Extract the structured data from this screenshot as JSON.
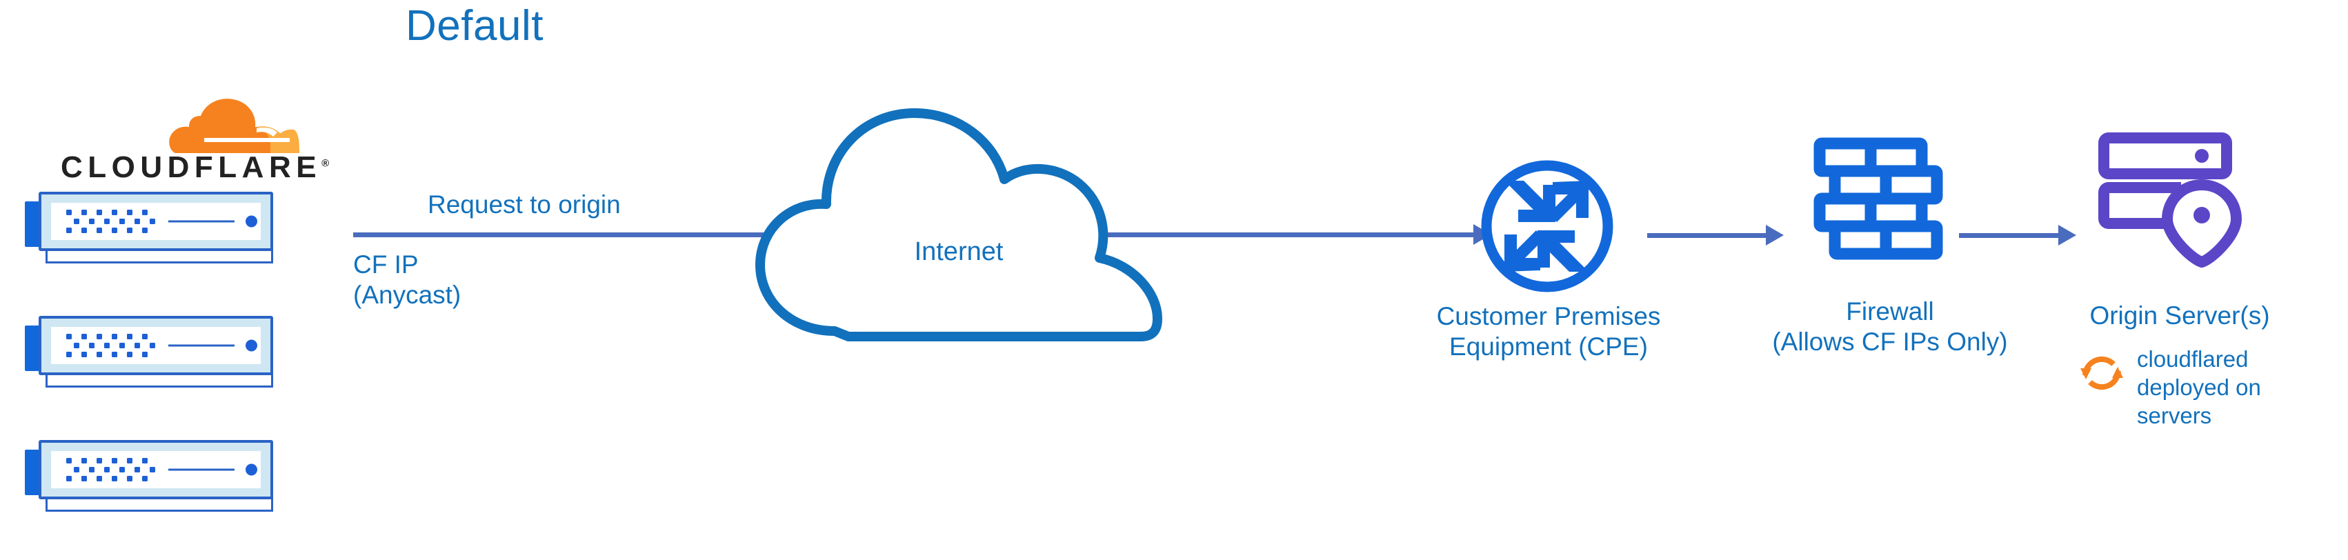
{
  "diagram": {
    "title": "Default",
    "type": "network-architecture-flow"
  },
  "brand": {
    "wordmark": "CLOUDFLARE",
    "registered_mark": "®",
    "logo_icon": "cloudflare-cloud-icon",
    "orange_dark": "#F6821F",
    "orange_light": "#FBAD41"
  },
  "colors": {
    "title_blue": "#1271BC",
    "label_blue": "#1271BC",
    "arrow_blue": "#4A6CBE",
    "icon_blue": "#1268DB",
    "cloud_outline_blue": "#1271BC",
    "origin_purple": "#5B46C8",
    "server_border": "#2A63C6",
    "server_fill": "#CFE7F2"
  },
  "edges": [
    {
      "name": "request-to-origin",
      "label": "Request to origin",
      "sublabel": "CF IP\n(Anycast)"
    },
    {
      "name": "cpe-to-firewall",
      "label": ""
    },
    {
      "name": "firewall-to-origin",
      "label": ""
    }
  ],
  "nodes": {
    "cloudflare_edge": {
      "name": "cloudflare-edge-servers",
      "icon": "server-stack-icon",
      "unit_count": 3
    },
    "internet": {
      "label": "Internet",
      "icon": "cloud-icon"
    },
    "cpe": {
      "label": "Customer Premises\nEquipment (CPE)",
      "icon": "router-icon"
    },
    "firewall": {
      "label": "Firewall\n(Allows CF IPs Only)",
      "icon": "brick-wall-icon"
    },
    "origin": {
      "label": "Origin Server(s)",
      "icon": "server-rack-pin-icon"
    }
  },
  "annotations": {
    "cloudflared": {
      "icon": "sync-arrows-icon",
      "text": "cloudflared\ndeployed on\nservers"
    }
  }
}
